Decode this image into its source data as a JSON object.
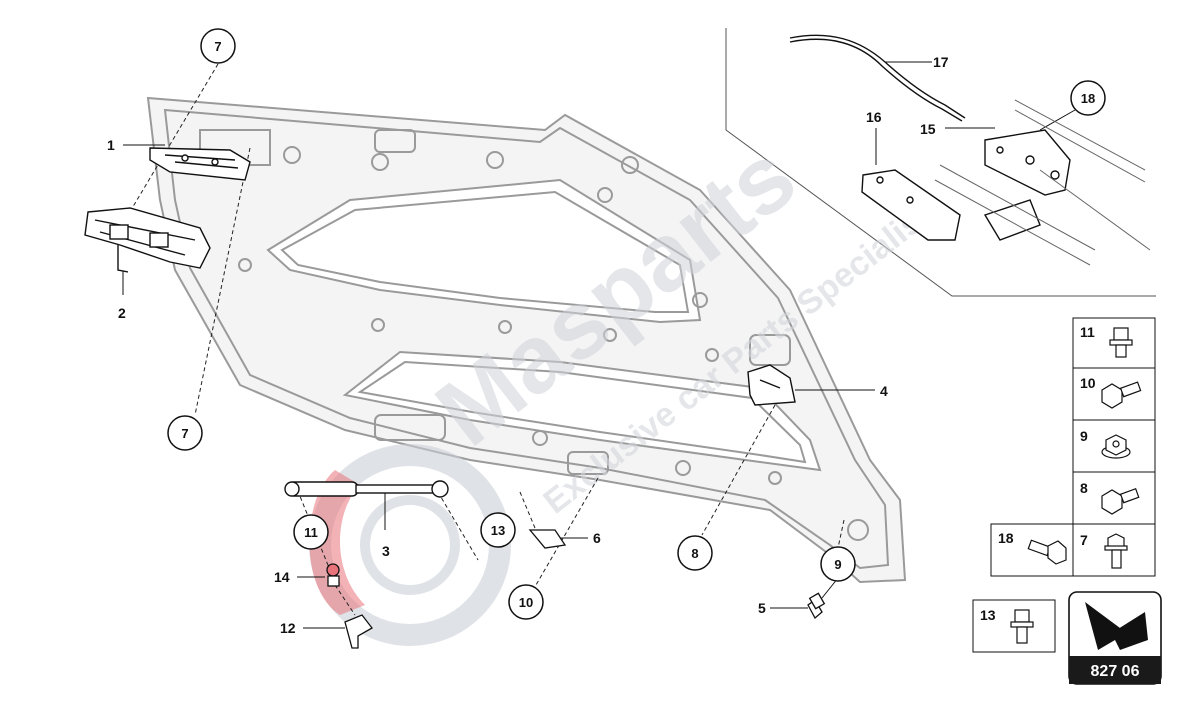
{
  "watermark": {
    "brand": "Masparts",
    "tagline": "Exclusive car Parts Specialist"
  },
  "callouts": [
    {
      "id": "c7a",
      "num": "7"
    },
    {
      "id": "c7b",
      "num": "7"
    },
    {
      "id": "c18",
      "num": "18"
    },
    {
      "id": "c11",
      "num": "11"
    },
    {
      "id": "c13",
      "num": "13"
    },
    {
      "id": "c10",
      "num": "10"
    },
    {
      "id": "c8",
      "num": "8"
    },
    {
      "id": "c9",
      "num": "9"
    }
  ],
  "labels": [
    {
      "id": "l1",
      "num": "1"
    },
    {
      "id": "l2",
      "num": "2"
    },
    {
      "id": "l3",
      "num": "3"
    },
    {
      "id": "l4",
      "num": "4"
    },
    {
      "id": "l5",
      "num": "5"
    },
    {
      "id": "l6",
      "num": "6"
    },
    {
      "id": "l12",
      "num": "12"
    },
    {
      "id": "l14",
      "num": "14"
    },
    {
      "id": "l15",
      "num": "15"
    },
    {
      "id": "l16",
      "num": "16"
    },
    {
      "id": "l17",
      "num": "17"
    }
  ],
  "legend": [
    {
      "id": "g11",
      "num": "11",
      "icon": "bolt-washer-icon"
    },
    {
      "id": "g10",
      "num": "10",
      "icon": "bolt-icon"
    },
    {
      "id": "g9",
      "num": "9",
      "icon": "flange-nut-icon"
    },
    {
      "id": "g8",
      "num": "8",
      "icon": "bolt-icon"
    },
    {
      "id": "g18",
      "num": "18",
      "icon": "bolt-icon"
    },
    {
      "id": "g7",
      "num": "7",
      "icon": "bolt-vertical-icon"
    },
    {
      "id": "g13",
      "num": "13",
      "icon": "bolt-washer-icon"
    }
  ],
  "page_code": "827 06",
  "colors": {
    "line": "#111111",
    "panel": "#9a9a9a",
    "watermark": "#c9ced6",
    "accent_red": "#e8737a",
    "badge": "#1a1a1a"
  }
}
